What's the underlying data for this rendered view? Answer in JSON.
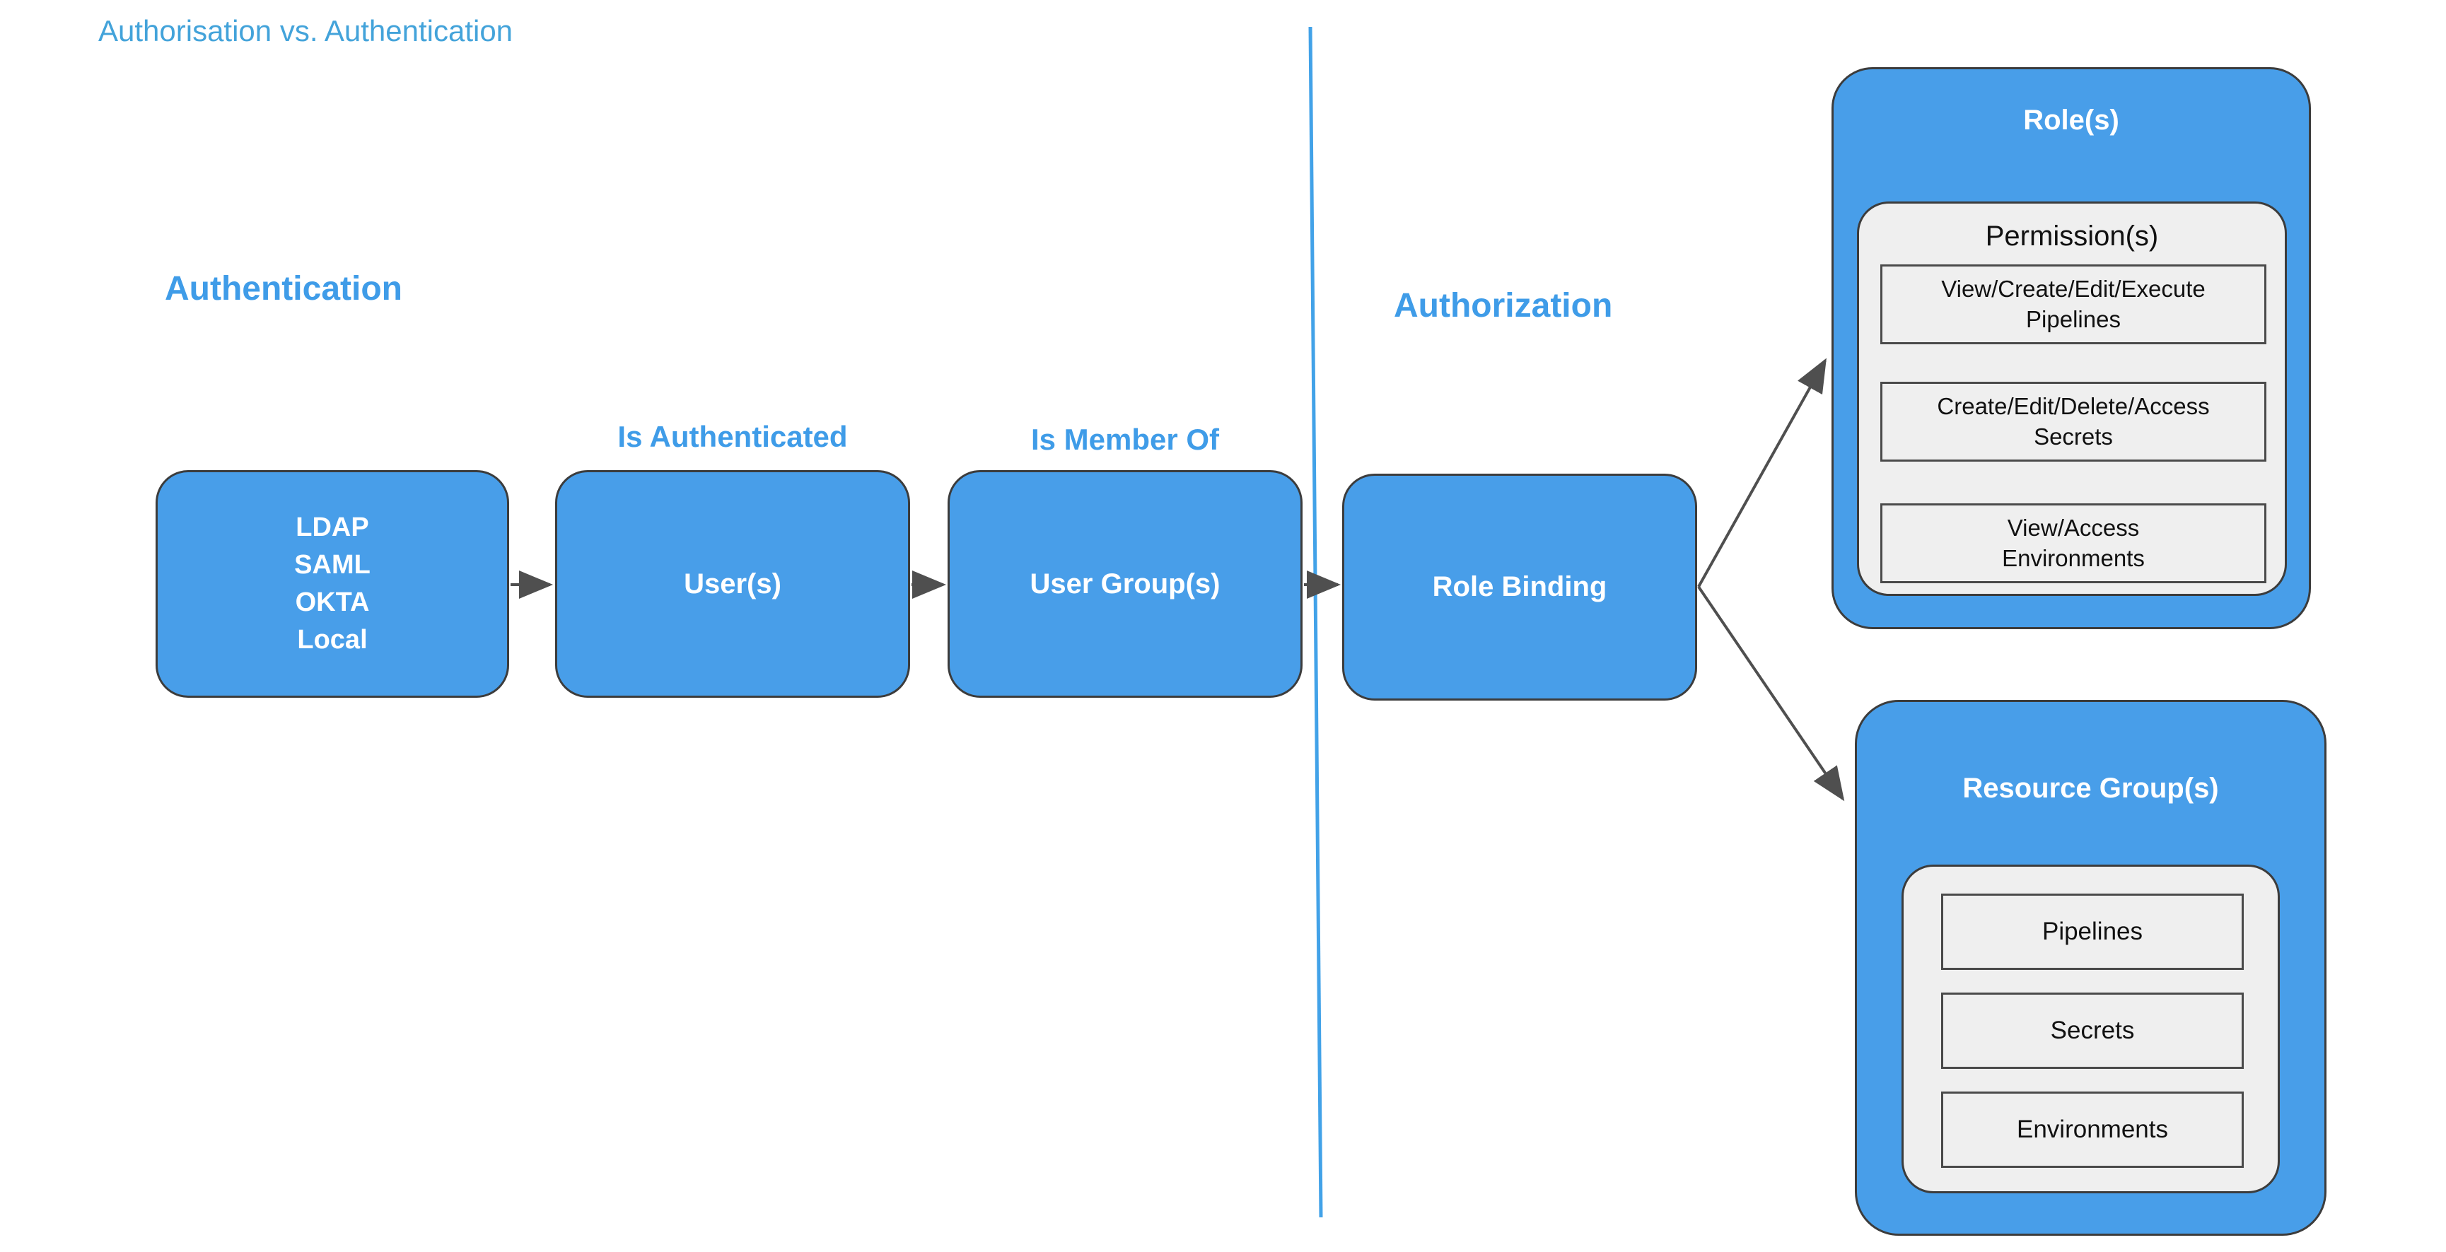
{
  "title": "Authorisation vs. Authentication",
  "sections": {
    "authentication": "Authentication",
    "authorization": "Authorization"
  },
  "flow": {
    "identity_providers": {
      "lines": [
        "LDAP",
        "SAML",
        "OKTA",
        "Local"
      ]
    },
    "users": {
      "label": "User(s)",
      "edge_label": "Is Authenticated"
    },
    "user_groups": {
      "label": "User Group(s)",
      "edge_label": "Is Member Of"
    },
    "role_binding": {
      "label": "Role Binding"
    }
  },
  "roles": {
    "title": "Role(s)",
    "permissions": {
      "heading": "Permission(s)",
      "items": [
        [
          "View/Create/Edit/Execute",
          "Pipelines"
        ],
        [
          "Create/Edit/Delete/Access",
          "Secrets"
        ],
        [
          "View/Access",
          "Environments"
        ]
      ]
    }
  },
  "resource_groups": {
    "title": "Resource Group(s)",
    "items": [
      "Pipelines",
      "Secrets",
      "Environments"
    ]
  },
  "colors": {
    "shape_fill": "#489EE9",
    "shape_border": "#3C3C3C",
    "heading_text": "#3F9CE8",
    "title_text": "#43A3DA",
    "divider": "#42A2E8",
    "connector": "#4F4F4F",
    "inner_fill": "#EFEFEF",
    "inner_text": "#111111",
    "box_label_text": "#FFFFFF"
  }
}
